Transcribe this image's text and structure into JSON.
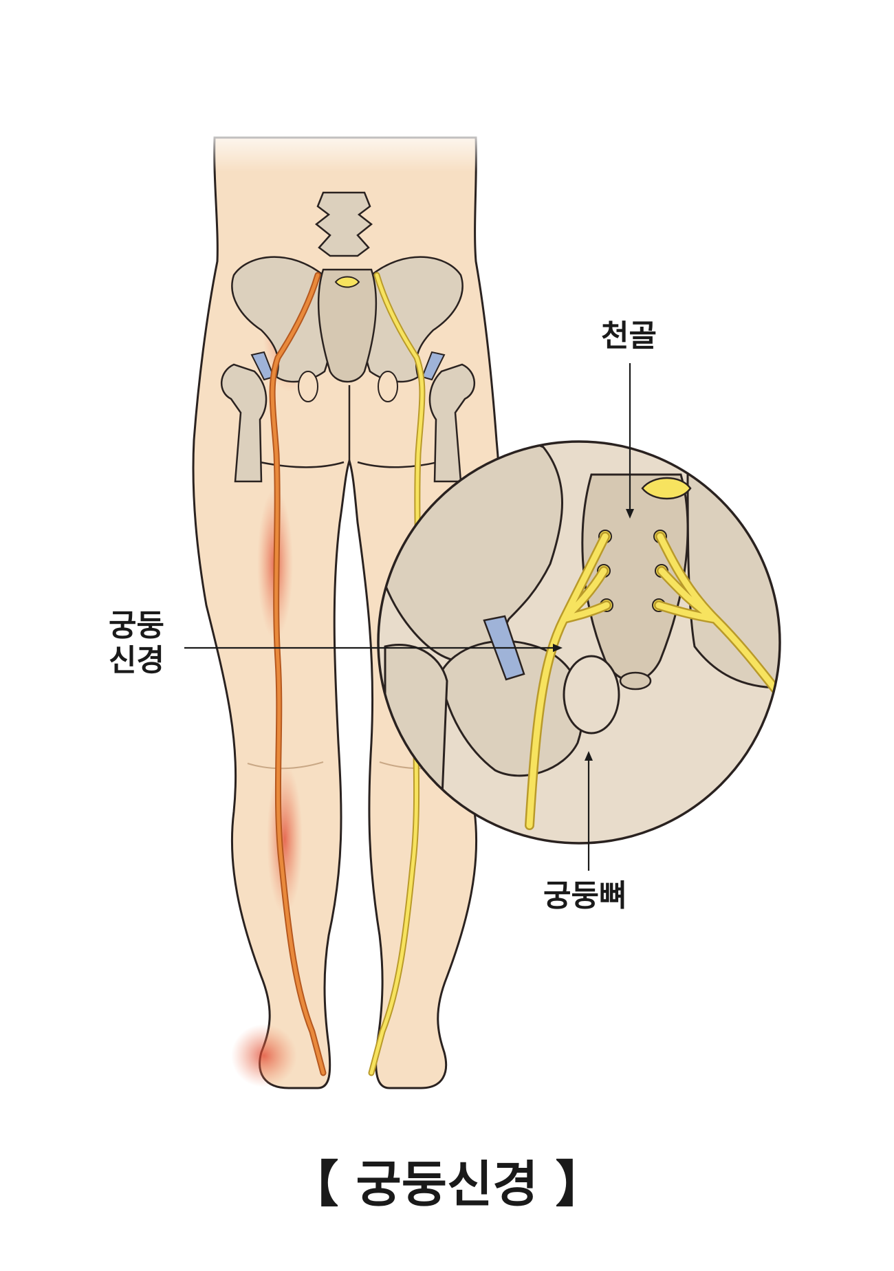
{
  "labels": {
    "sacrum": "천골",
    "nerve_line1": "궁둥",
    "nerve_line2": "신경",
    "hip_bone": "궁둥뼈"
  },
  "caption": {
    "open": "【",
    "text": "궁둥신경",
    "close": "】"
  },
  "colors": {
    "skin": "#f7dfc3",
    "skin_shadow": "#ecc9a5",
    "outline": "#2a2220",
    "bone": "#dcd0bd",
    "bone_shadow": "#c9bba4",
    "nerve": "#f7e35f",
    "nerve_outline": "#b99a2a",
    "pain_nerve": "#e98a3c",
    "pain_glow": "#e04a3a",
    "cartilage": "#9fb3d8"
  }
}
